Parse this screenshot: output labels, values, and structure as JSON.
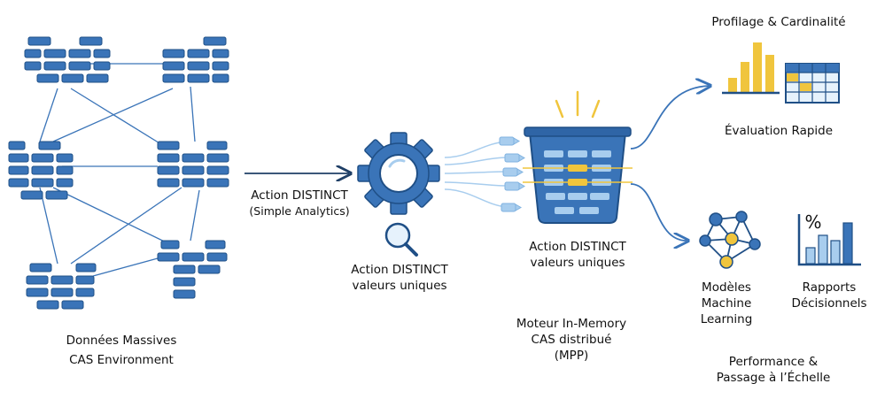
{
  "cluster": {
    "label_line1": "Données Massives",
    "label_line2": "CAS Environment"
  },
  "edge": {
    "action_label": "Action DISTINCT",
    "action_sub": "(Simple Analytics)"
  },
  "gear": {
    "label_line1": "Action DISTINCT",
    "label_line2": "valeurs uniques"
  },
  "engine": {
    "label_line1": "Action DISTINCT",
    "label_line2": "valeurs uniques",
    "caption_line1": "Moteur In-Memory",
    "caption_line2": "CAS distribué",
    "caption_line3": "(MPP)"
  },
  "profiling": {
    "title": "Profilage & Cardinalité",
    "caption": "Évaluation Rapide"
  },
  "ml": {
    "line1": "Modèles",
    "line2": "Machine",
    "line3": "Learning"
  },
  "reports": {
    "percent_symbol": "%",
    "line1": "Rapports",
    "line2": "Décisionnels"
  },
  "performance": {
    "line1": "Performance &",
    "line2": "Passage à l’Échelle"
  },
  "colors": {
    "primary": "#3a74b8",
    "dark": "#1f4f86",
    "light": "#a8cdee",
    "accent": "#f0c53d",
    "text": "#111111"
  }
}
